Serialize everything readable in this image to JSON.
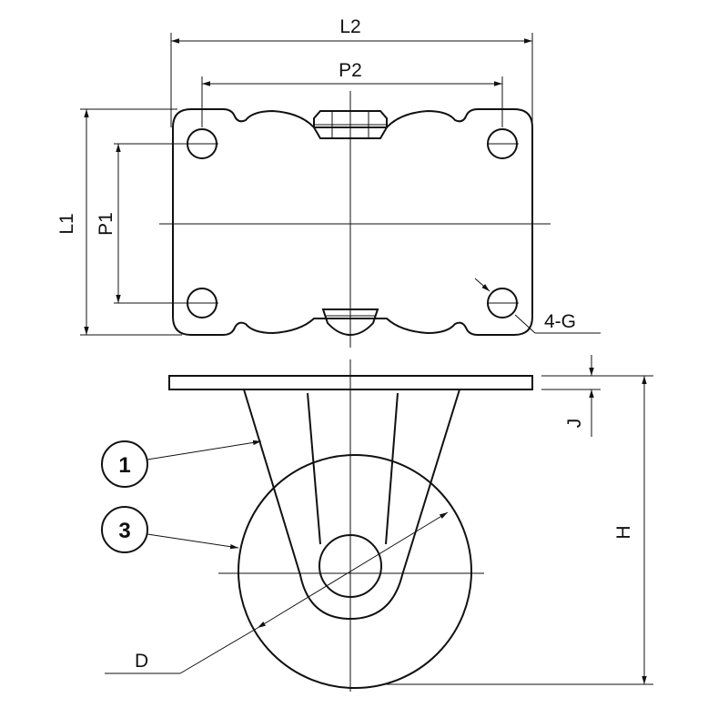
{
  "title": "Fixed caster dimension drawing",
  "colors": {
    "line": "#111111",
    "background": "#ffffff"
  },
  "dimensions": {
    "overall_width": "L2",
    "hole_pitch_width": "P2",
    "overall_length": "L1",
    "hole_pitch_length": "P1",
    "holes": "4-G",
    "plate_thickness": "J",
    "height": "H",
    "wheel_diameter": "D"
  },
  "callouts": {
    "bracket": "1",
    "wheel": "3"
  }
}
